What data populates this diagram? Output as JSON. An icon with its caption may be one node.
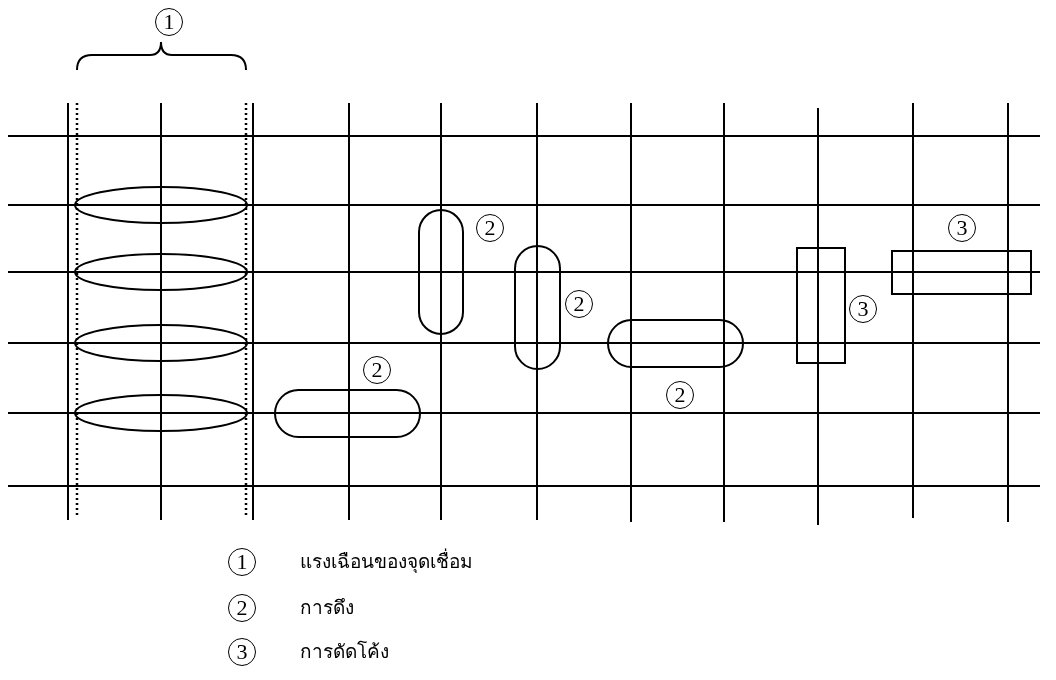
{
  "diagram": {
    "labels": [
      "1",
      "2",
      "3",
      "2",
      "3",
      "2",
      "2",
      "1",
      "แรงเฉือนของจุดเชื่อม",
      "2",
      "การดึง",
      "3",
      "การดัดโค้ง"
    ]
  }
}
